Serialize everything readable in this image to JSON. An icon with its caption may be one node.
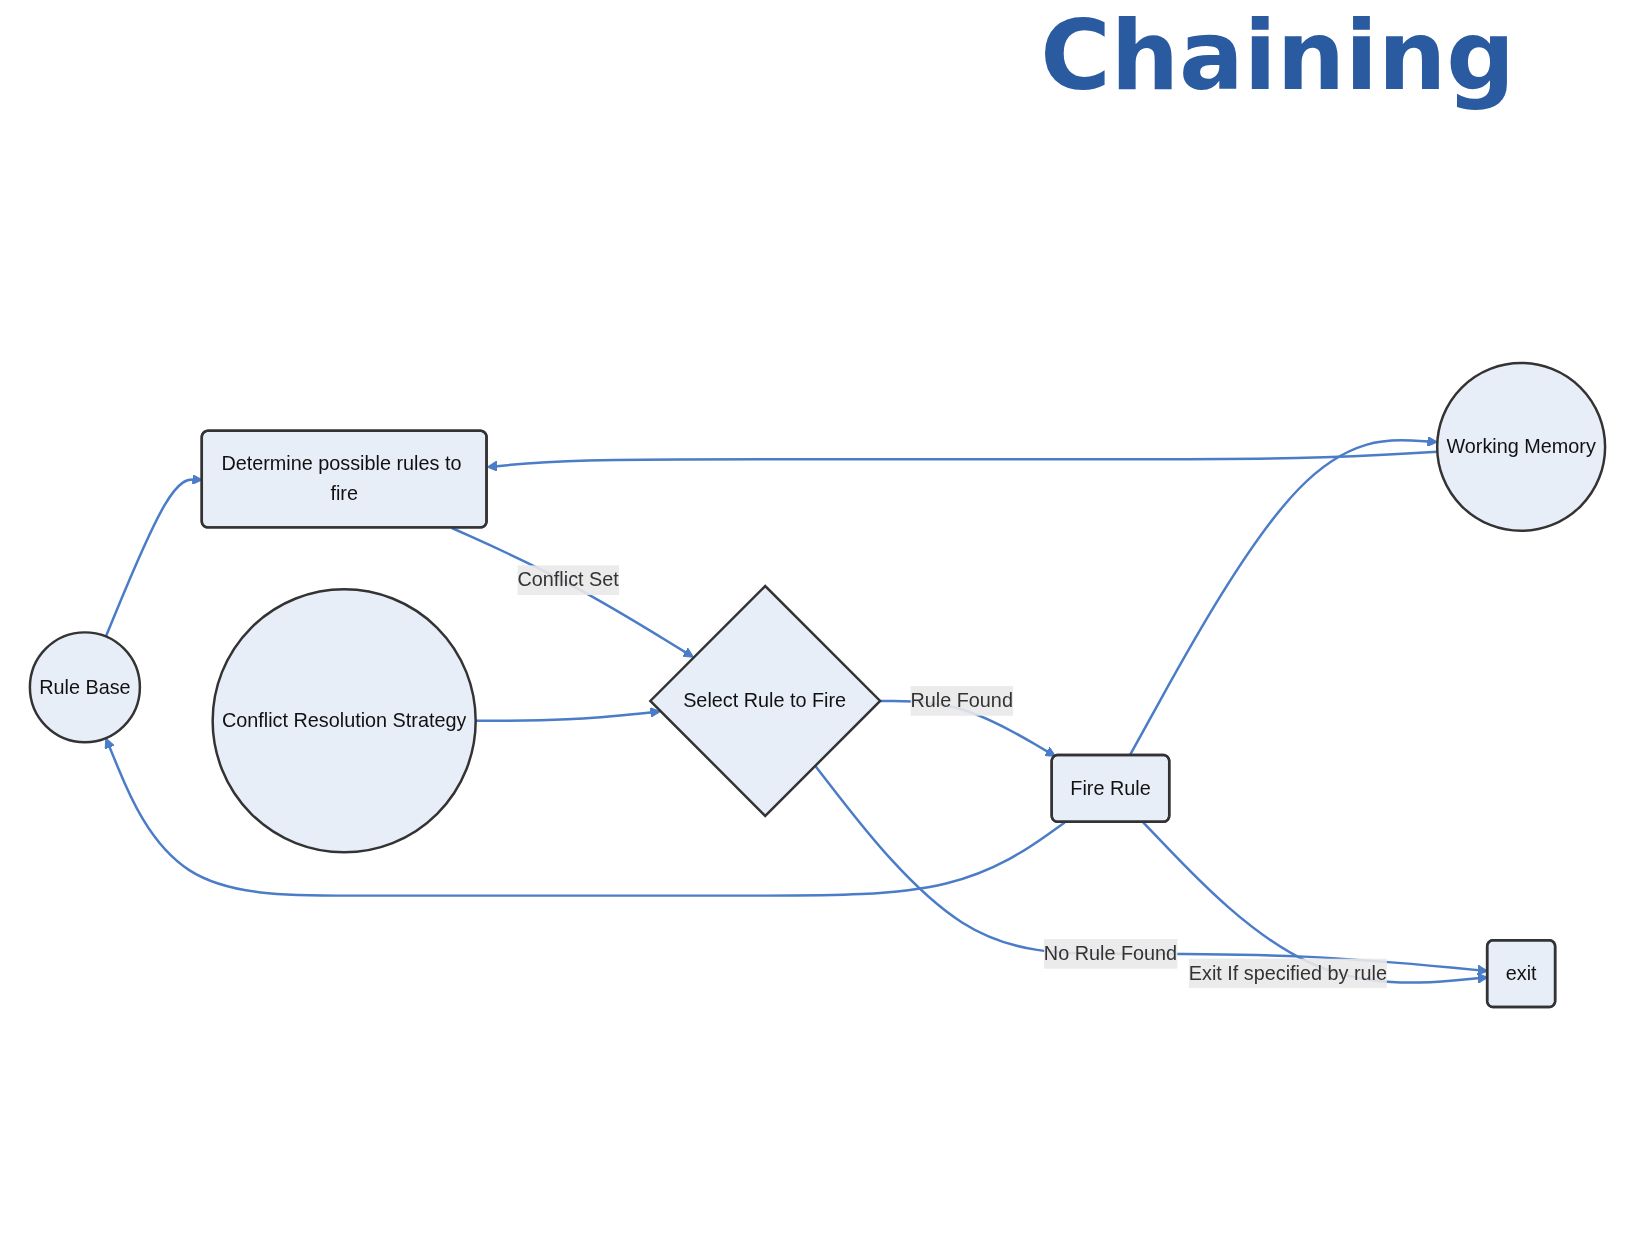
{
  "diagram": {
    "title": "Chaining",
    "nodes": [
      {
        "text": [
          "Rule Base"
        ]
      },
      {
        "text": [
          "Working Memory"
        ]
      },
      {
        "text": [
          "Determine possible rules to fire"
        ]
      },
      {
        "text": [
          "Select Rule to Fire"
        ]
      },
      {
        "text": [
          "Conflict Resolution Strategy"
        ]
      },
      {
        "text": [
          "Fire Rule"
        ]
      },
      {
        "text": [
          "exit"
        ]
      }
    ],
    "edges": [
      {
        "from": 0,
        "to": 2,
        "arrow": "to"
      },
      {
        "from": 1,
        "to": 2,
        "arrow": "to"
      },
      {
        "from": 2,
        "to": 3,
        "arrow": "to",
        "label": "Conflict Set"
      },
      {
        "from": 4,
        "to": 3,
        "arrow": "to"
      },
      {
        "from": 3,
        "to": 5,
        "arrow": "to",
        "label": "Rule Found"
      },
      {
        "from": 3,
        "to": 6,
        "arrow": "to",
        "label": "No Rule Found"
      },
      {
        "from": 5,
        "to": 0,
        "arrow": "to"
      },
      {
        "from": 5,
        "to": 1,
        "arrow": "to"
      },
      {
        "from": 5,
        "to": 6,
        "arrow": "to",
        "label": "Exit If specified by rule"
      }
    ]
  }
}
